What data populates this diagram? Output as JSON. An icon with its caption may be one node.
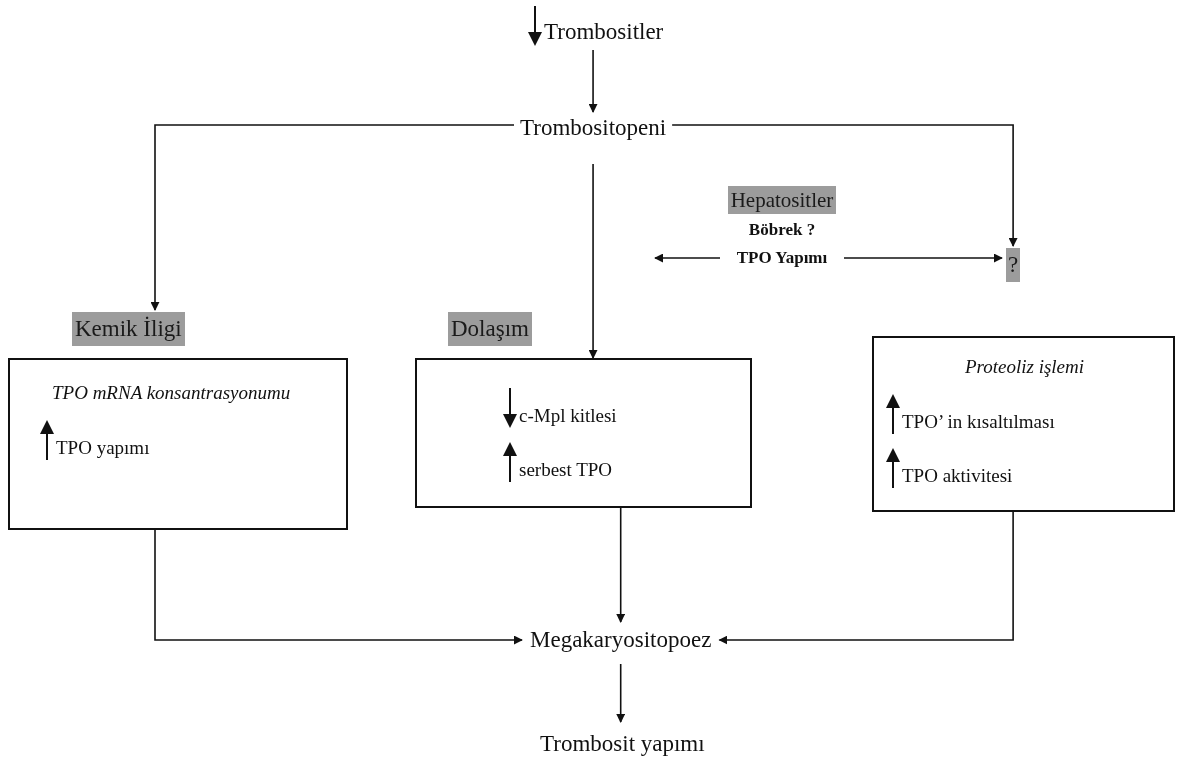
{
  "diagram": {
    "nodes": [
      {
        "text": [
          "Trombositler"
        ]
      },
      {
        "text": [
          "Trombositopeni"
        ]
      },
      {
        "text": [
          "Hepatositler",
          "Böbrek ?",
          "TPO Yapımı"
        ]
      },
      {
        "text": [
          "Kemik İligi",
          "TPO mRNA konsantrasyonumu",
          "TPO yapımı"
        ]
      },
      {
        "text": [
          "Dolaşım",
          "c-Mpl kitlesi",
          "serbest TPO"
        ]
      },
      {
        "text": [
          "?"
        ]
      },
      {
        "text": [
          "Proteoliz işlemi",
          "TPO’ in kısaltılması",
          "TPO aktivitesi"
        ]
      },
      {
        "text": [
          "Megakaryositopoez"
        ]
      },
      {
        "text": [
          "Trombosit yapımı"
        ]
      }
    ],
    "edges": [
      {
        "from": 0,
        "to": 1,
        "arrow": "to"
      },
      {
        "from": 1,
        "to": 3,
        "arrow": "to"
      },
      {
        "from": 1,
        "to": 4,
        "arrow": "to"
      },
      {
        "from": 1,
        "to": 5,
        "arrow": "to"
      },
      {
        "from": 2,
        "to": null,
        "arrow": "to"
      },
      {
        "from": 2,
        "to": 5,
        "arrow": "to"
      },
      {
        "from": 3,
        "to": 7,
        "arrow": "to"
      },
      {
        "from": 4,
        "to": 7,
        "arrow": "to"
      },
      {
        "from": 6,
        "to": 7,
        "arrow": "to"
      },
      {
        "from": 7,
        "to": 8,
        "arrow": "to"
      }
    ]
  }
}
